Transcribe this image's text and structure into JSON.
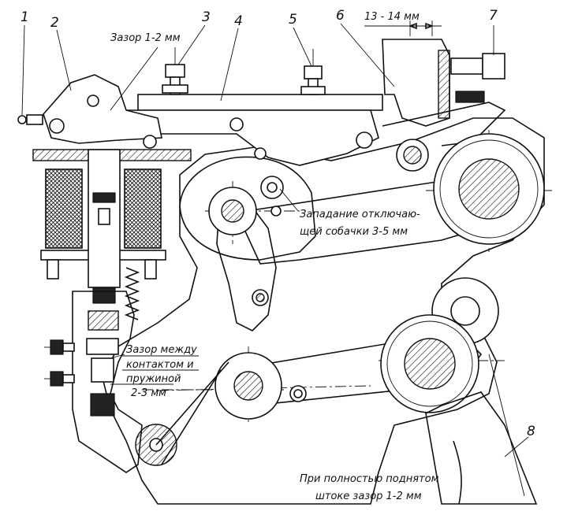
{
  "labels": {
    "n1": "1",
    "n2": "2",
    "n3": "3",
    "n4": "4",
    "n5": "5",
    "n6": "6",
    "n7": "7",
    "n8": "8"
  },
  "annotations": {
    "gap_top": "Зазор 1-2 мм",
    "dim_13_14": "13 - 14 мм",
    "latch_line1": "Западание отключаю-",
    "latch_line2": "щей собачки 3-5 мм",
    "contact_line1": "Зазор между",
    "contact_line2": "контактом и",
    "contact_line3": "пружиной",
    "contact_line4": "2-3 мм",
    "bottom_line1": "При полностью поднятом",
    "bottom_line2": "штоке зазор 1-2 мм"
  }
}
